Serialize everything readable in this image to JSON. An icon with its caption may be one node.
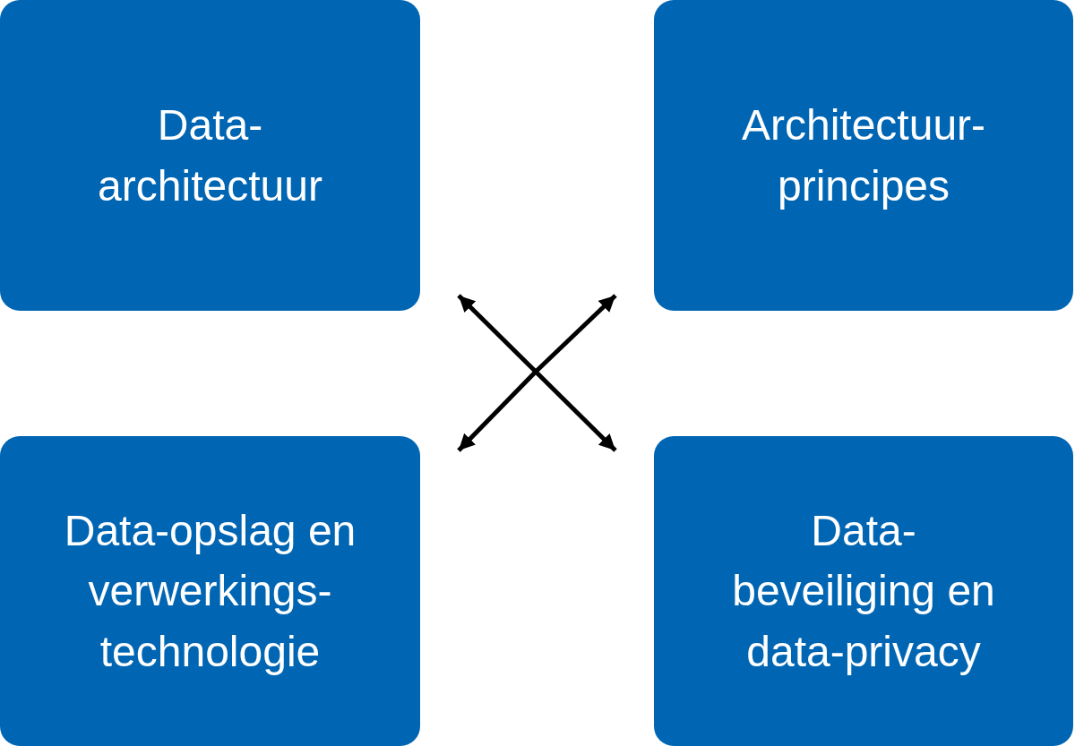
{
  "diagram": {
    "nodes": [
      {
        "text": [
          "Data- architectuur"
        ]
      },
      {
        "text": [
          "Architectuur- principes"
        ]
      },
      {
        "text": [
          "Data-opslag en verwerkings- technologie"
        ]
      },
      {
        "text": [
          "Data- beveiliging en data-privacy"
        ]
      }
    ],
    "edges": [
      {
        "from": null,
        "to": 0,
        "arrow": "to"
      },
      {
        "from": null,
        "to": 1,
        "arrow": "to"
      },
      {
        "from": null,
        "to": 2,
        "arrow": "to"
      },
      {
        "from": null,
        "to": 3,
        "arrow": "to"
      }
    ]
  }
}
